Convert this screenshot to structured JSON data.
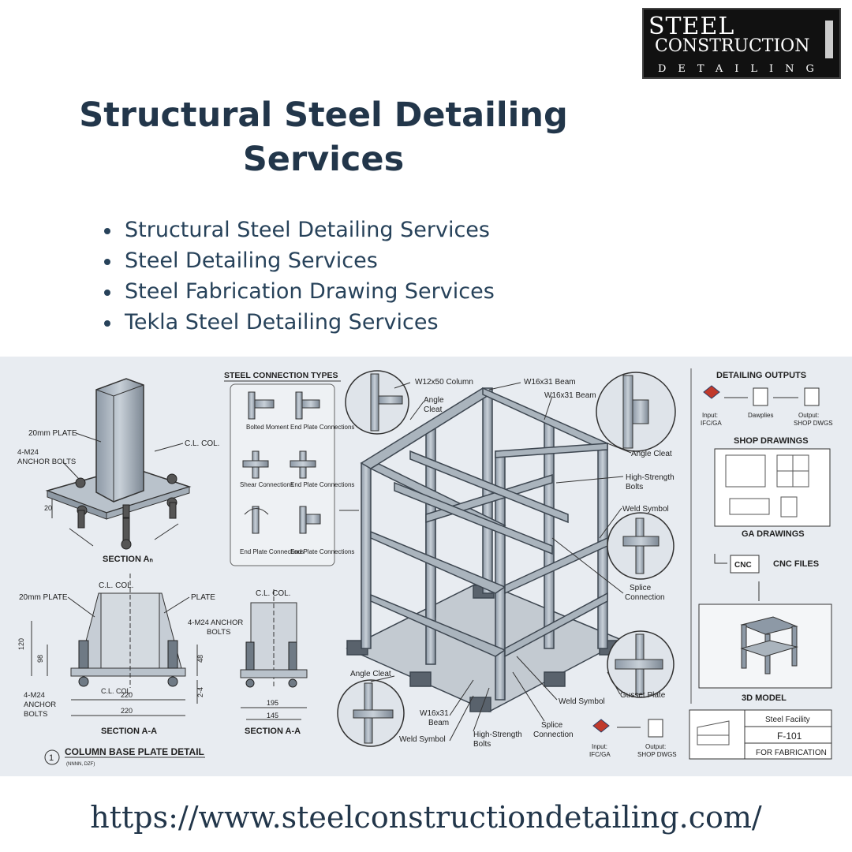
{
  "logo": {
    "line1": "STEEL",
    "line2": "CONSTRUCTION",
    "line3": "DETAILING"
  },
  "title": "Structural Steel Detailing Services",
  "services": [
    "Structural Steel Detailing Services",
    "Steel Detailing Services",
    "Steel Fabrication Drawing Services",
    "Tekla Steel Detailing Services"
  ],
  "diagram": {
    "base_iso": {
      "plate": "20mm PLATE",
      "col": "C.L. COL.",
      "bolts": "4-M24 ANCHOR BOLTS",
      "dim": "20",
      "section": "SECTION Aₙ"
    },
    "base_front": {
      "col": "C.L. COL.",
      "plate": "20mm PLATE",
      "plate2": "PLATE",
      "bolts": "4-M24 ANCHOR BOLTS",
      "bolts2": "4-M24 ANCHOR BOLTS",
      "dims": [
        "120",
        "98",
        "48",
        "220",
        "220",
        "2-4"
      ],
      "col2": "C.L. COL.",
      "section": "SECTION A-A"
    },
    "base_side": {
      "col": "C.L. COL.",
      "dims": [
        "195",
        "145"
      ],
      "section": "SECTION A-A"
    },
    "detail_no": "1",
    "detail_title": "COLUMN BASE PLATE DETAIL",
    "detail_sub": "(NNNN, DZF)",
    "connections": {
      "title": "STEEL CONNECTION TYPES",
      "items": [
        "Bolted Moment",
        "End Plate Connections",
        "Shear Connections",
        "End Plate Connections",
        "End Plate Connections",
        "End Plate Connections"
      ]
    },
    "frame_labels": {
      "column": "W12x50 Column",
      "beam1": "W16x31 Beam",
      "beam2": "W16x31 Beam",
      "angle_cleat_top": "Angle Cleat",
      "angle_cleat_right": "Angle Cleat",
      "hs_bolts": "High-Strength Bolts",
      "weld_symbol": "Weld Symbol",
      "splice": "Splice Connection",
      "gusset": "Gusset Plate",
      "angle_cleat_bottom": "Angle Cleat",
      "beam_bottom": "W16x31 Beam",
      "weld_bottom": "Weld Symbol",
      "hs_bolts_bottom": "High-Strength Bolts",
      "splice_bottom": "Splice Connection",
      "weld_bottom2": "Weld Symbol"
    },
    "outputs": {
      "title": "DETAILING OUTPUTS",
      "input": "Input: IFC/GA",
      "dawplies": "Dawplies",
      "output": "Output: SHOP DWGS",
      "shop": "SHOP DRAWINGS",
      "ga": "GA DRAWINGS",
      "cnc_tag": "CNC",
      "cnc": "CNC FILES",
      "model": "3D MODEL",
      "input2": "Input: IFC/GA",
      "output2": "Output: SHOP DWGS",
      "title_block": {
        "project": "Steel Facility",
        "sheet": "F-101",
        "status": "FOR FABRICATION"
      }
    }
  },
  "url": "https://www.steelconstructiondetailing.com/"
}
